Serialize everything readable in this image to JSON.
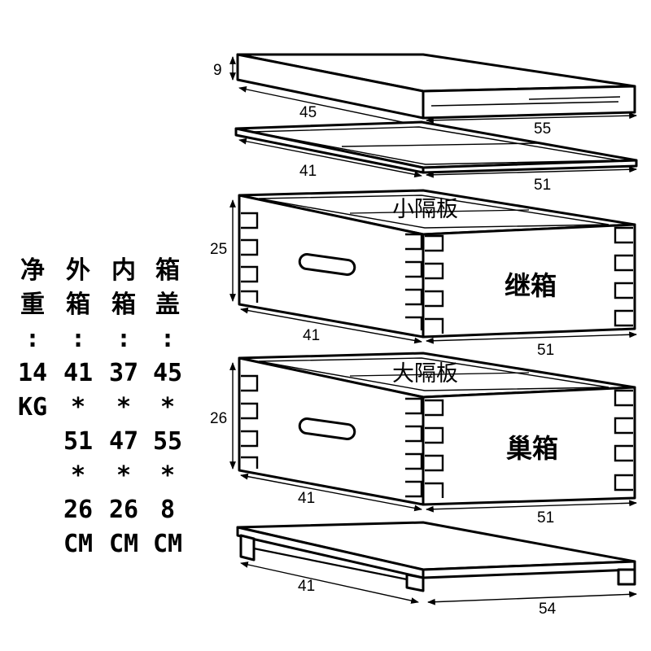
{
  "spec_table": {
    "columns": [
      {
        "header": [
          "净",
          "重"
        ],
        "colon": ":",
        "values": [
          "14",
          "KG"
        ]
      },
      {
        "header": [
          "外",
          "箱"
        ],
        "colon": ":",
        "values": [
          "41",
          "*",
          "51",
          "*",
          "26",
          "CM"
        ]
      },
      {
        "header": [
          "内",
          "箱"
        ],
        "colon": ":",
        "values": [
          "37",
          "*",
          "47",
          "*",
          "26",
          "CM"
        ]
      },
      {
        "header": [
          "箱",
          "盖"
        ],
        "colon": ":",
        "values": [
          "45",
          "*",
          "55",
          "*",
          "8",
          "CM"
        ]
      }
    ]
  },
  "parts": {
    "lid": {
      "height": "9",
      "depth": "45",
      "width": "55"
    },
    "inner_cover": {
      "depth": "41",
      "width": "51"
    },
    "super": {
      "label": "继箱",
      "divider_label": "小隔板",
      "height": "25",
      "depth": "41",
      "width": "51"
    },
    "brood": {
      "label": "巢箱",
      "divider_label": "大隔板",
      "height": "26",
      "depth": "41",
      "width": "51"
    },
    "bottom": {
      "depth": "41",
      "width": "54"
    }
  }
}
